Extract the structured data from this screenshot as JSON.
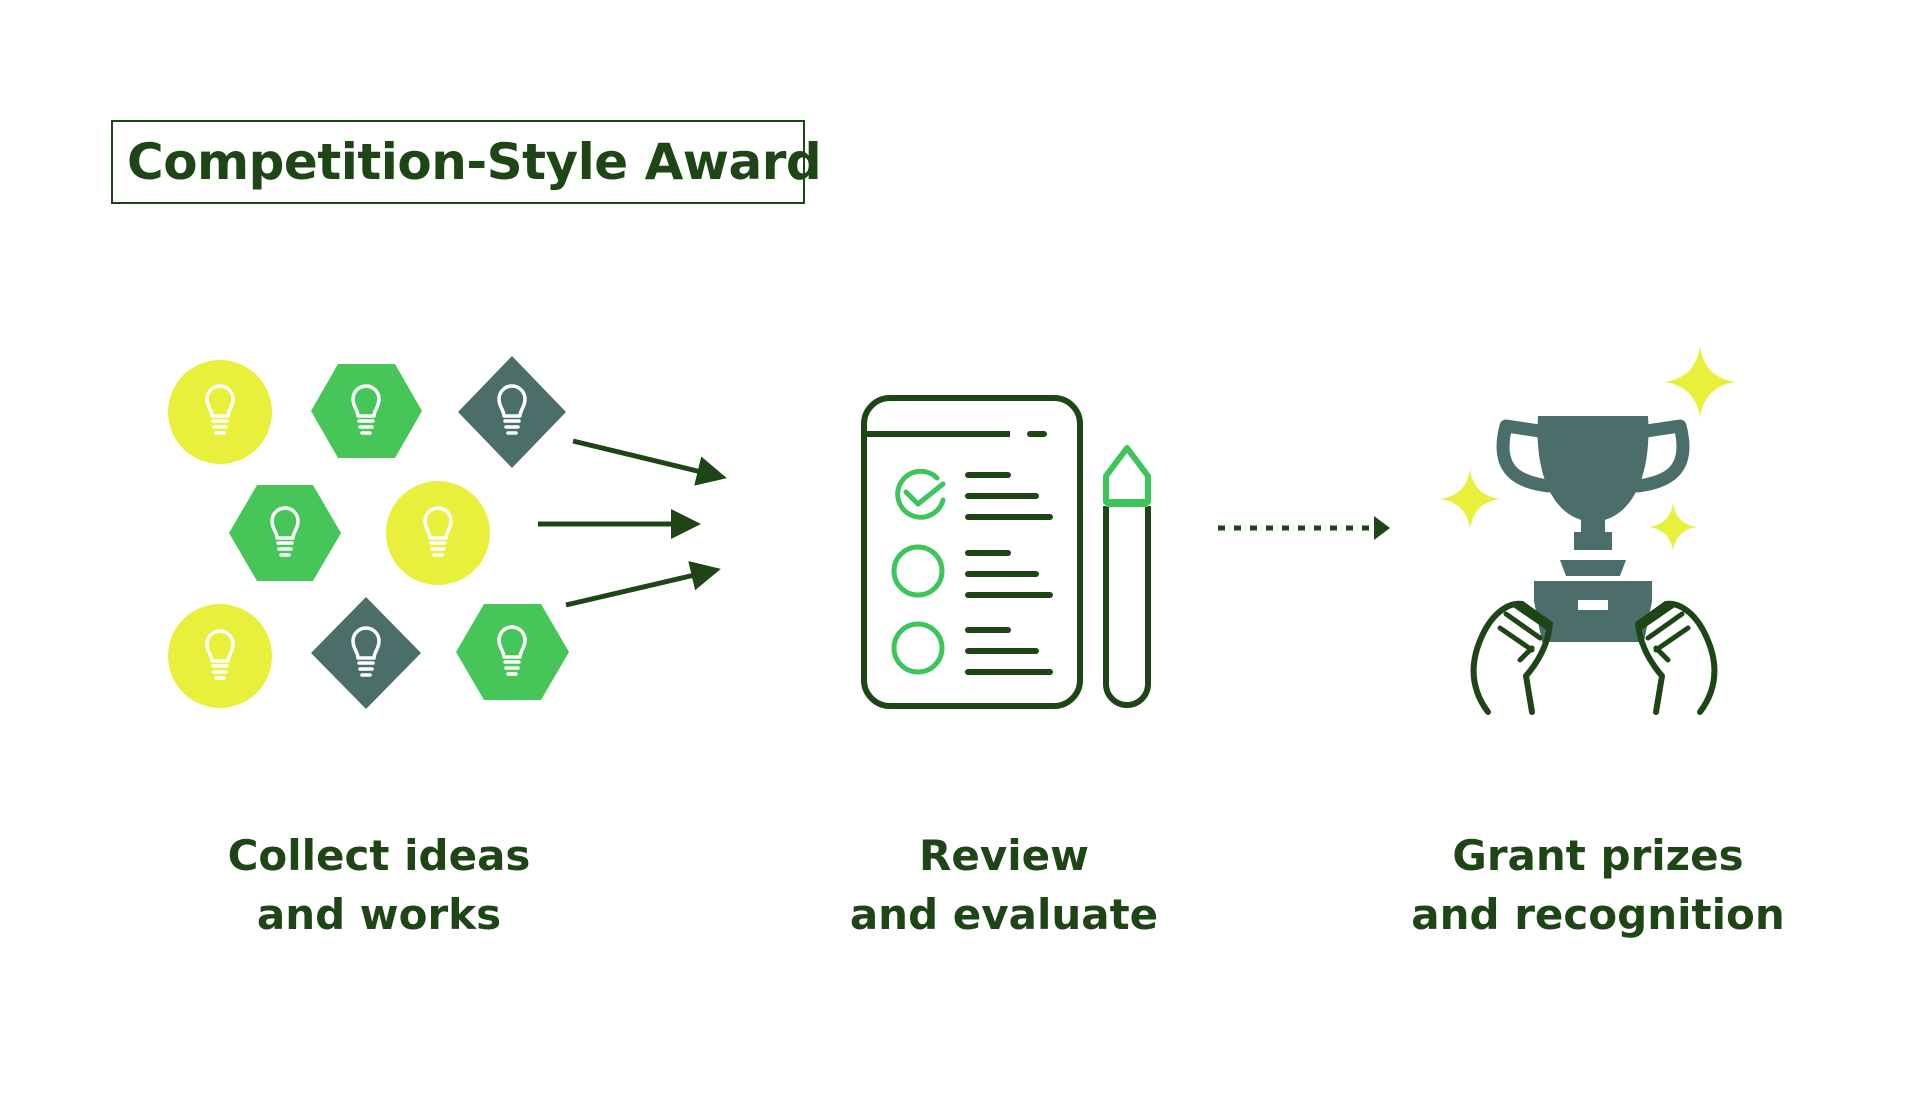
{
  "title": "Competition-Style Award",
  "steps": [
    {
      "line1": "Collect ideas",
      "line2": "and works",
      "icon": "lightbulb-grid-icon"
    },
    {
      "line1": "Review",
      "line2": "and evaluate",
      "icon": "checklist-pencil-icon"
    },
    {
      "line1": "Grant prizes",
      "line2": "and recognition",
      "icon": "trophy-hands-icon"
    }
  ],
  "colors": {
    "dark_green": "#1e4516",
    "yellow": "#e8f03c",
    "green": "#46c659",
    "slate": "#4c6e6a",
    "bright_green": "#3cc55a"
  }
}
